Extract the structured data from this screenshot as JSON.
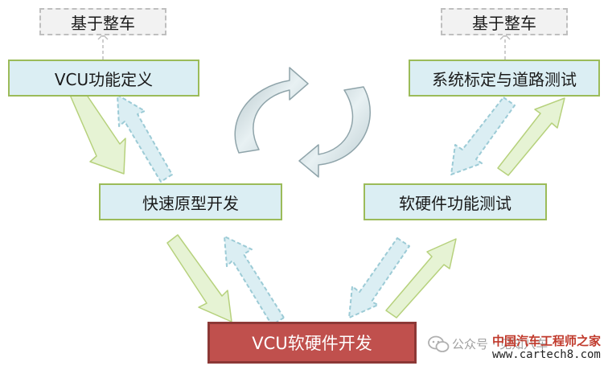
{
  "diagram": {
    "top_left_label": "基于整车",
    "top_right_label": "基于整车",
    "vcu_function_definition": "VCU功能定义",
    "system_calibration": "系统标定与道路测试",
    "rapid_prototyping": "快速原型开发",
    "hw_sw_function_test": "软硬件功能测试",
    "vcu_hw_sw_development": "VCU软硬件开发"
  },
  "watermark": {
    "account_prefix": "公众号 · 见知八车",
    "site_name": "中国汽车工程师之家",
    "site_url": "www.cartech8.com"
  },
  "colors": {
    "box_fill": "#dbeef3",
    "box_border": "#9bbb59",
    "bottom_fill": "#c0504d",
    "arrow_fill": "#e6f3d4",
    "cycle_fill": "#c8d8dc"
  }
}
